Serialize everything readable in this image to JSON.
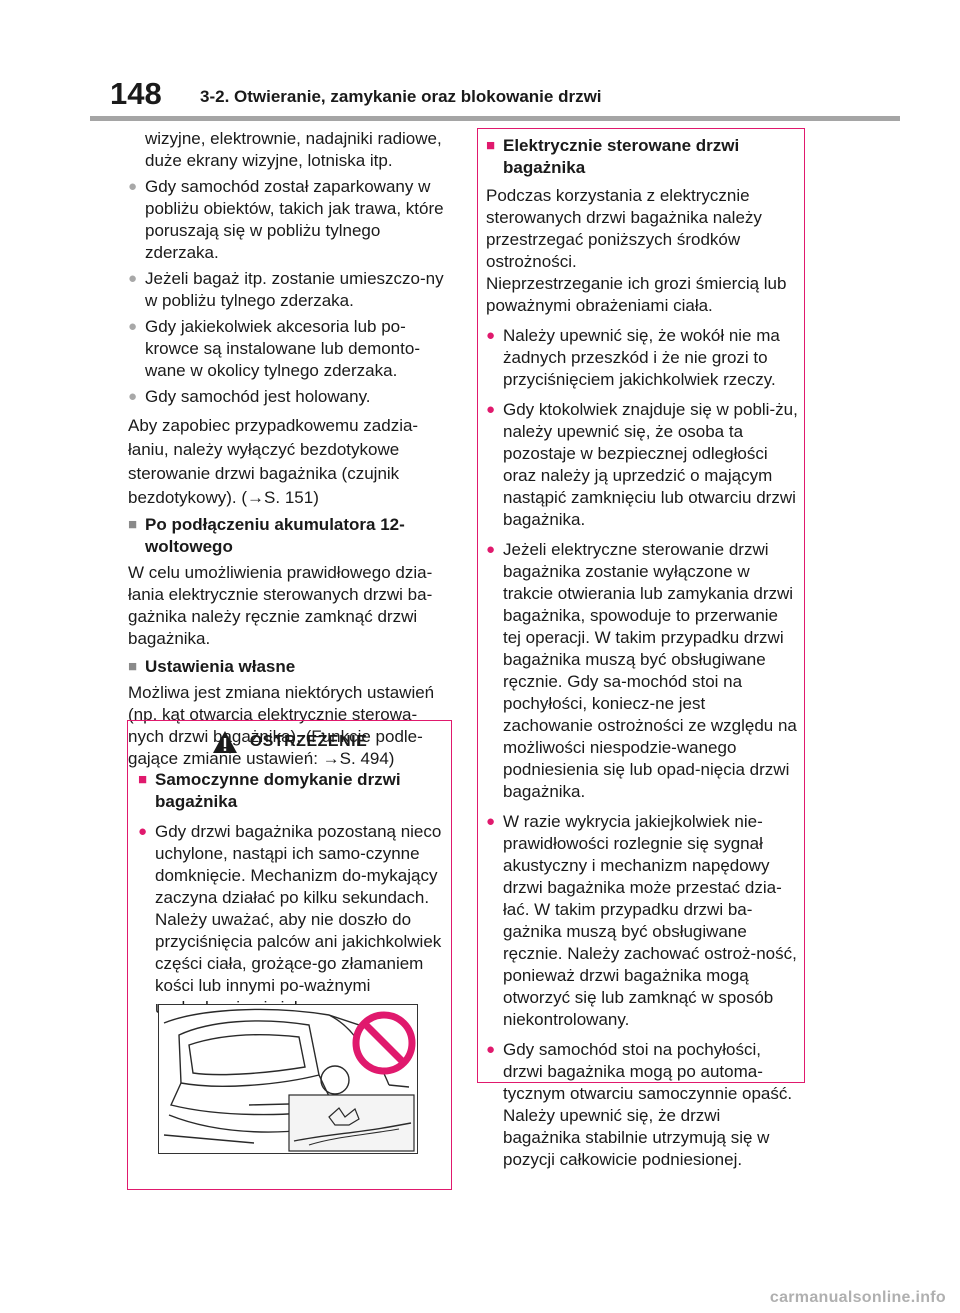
{
  "header": {
    "page_number": "148",
    "section": "3-2. Otwieranie, zamykanie oraz blokowanie drzwi"
  },
  "left": {
    "cont_lines": "wizyjne, elektrownie, nadajniki radiowe, duże ekrany wizyjne, lotniska itp.",
    "bullets": [
      "Gdy samochód został zaparkowany w pobliżu obiektów, takich jak trawa, które poruszają się w pobliżu tylnego zderzaka.",
      "Jeżeli bagaż itp. zostanie umieszczo-ny w pobliżu tylnego zderzaka.",
      "Gdy jakiekolwiek akcesoria lub po-krowce są instalowane lub demonto-wane w okolicy tylnego zderzaka.",
      "Gdy samochód jest holowany."
    ],
    "para1": "Aby zapobiec przypadkowemu zadzia-łaniu, należy wyłączyć bezdotykowe sterowanie drzwi bagażnika (czujnik bezdotykowy). (→S. 151)",
    "h1": "Po podłączeniu akumulatora 12-woltowego",
    "para2": "W celu umożliwienia prawidłowego dzia-łania elektrycznie sterowanych drzwi ba-gażnika należy ręcznie zamknąć drzwi bagażnika.",
    "h2": "Ustawienia własne",
    "para3": "Możliwa jest zmiana niektórych ustawień (np. kąt otwarcia elektrycznie sterowa-nych drzwi bagażnika). (Funkcje podle-gające zmianie ustawień: →S. 494)"
  },
  "warning": {
    "title": "OSTRZEŻENIE",
    "heading": "Samoczynne domykanie drzwi bagażnika",
    "bullet": "Gdy drzwi bagażnika pozostaną nieco uchylone, nastąpi ich samo-czynne domknięcie. Mechanizm do-mykający zaczyna działać po kilku sekundach. Należy uważać, aby nie doszło do przyciśnięcia palców ani jakichkolwiek części ciała, grożące-go złamaniem kości lub innymi po-ważnymi uszkodzeniami ciała."
  },
  "right": {
    "heading": "Elektrycznie sterowane drzwi bagażnika",
    "intro": "Podczas korzystania z elektrycznie sterowanych drzwi bagażnika należy przestrzegać poniższych środków ostrożności.",
    "intro2": "Nieprzestrzeganie ich grozi śmiercią lub poważnymi obrażeniami ciała.",
    "bullets": [
      "Należy upewnić się, że wokół nie ma żadnych przeszkód i że nie grozi to przyciśnięciem jakichkolwiek rzeczy.",
      "Gdy ktokolwiek znajduje się w pobli-żu, należy upewnić się, że osoba ta pozostaje w bezpiecznej odległości oraz należy ją uprzedzić o mającym nastąpić zamknięciu lub otwarciu drzwi bagażnika.",
      "Jeżeli elektryczne sterowanie drzwi bagażnika zostanie wyłączone w trakcie otwierania lub zamykania drzwi bagażnika, spowoduje to przerwanie tej operacji. W takim przypadku drzwi bagażnika muszą być obsługiwane ręcznie. Gdy sa-mochód stoi na pochyłości, koniecz-ne jest zachowanie ostrożności ze względu na możliwości niespodzie-wanego podniesienia się lub opad-nięcia drzwi bagażnika.",
      "W razie wykrycia jakiejkolwiek nie-prawidłowości rozlegnie się sygnał akustyczny i mechanizm napędowy drzwi bagażnika może przestać dzia-łać. W takim przypadku drzwi ba-gażnika muszą być obsługiwane ręcznie. Należy zachować ostroż-ność, ponieważ drzwi bagażnika mogą otworzyć się lub zamknąć w sposób niekontrolowany.",
      "Gdy samochód stoi na pochyłości, drzwi bagażnika mogą po automa-tycznym otwarciu samoczynnie opaść. Należy upewnić się, że drzwi bagażnika stabilnie utrzymują się w pozycji całkowicie podniesionej."
    ]
  },
  "footer": {
    "watermark": "carmanualsonline.info"
  },
  "colors": {
    "accent": "#e0196d",
    "rule": "#a5a5a5",
    "bullet_gray": "#a8a8a8"
  },
  "icons": [
    "warning-triangle-icon",
    "prohibition-sign-icon"
  ]
}
